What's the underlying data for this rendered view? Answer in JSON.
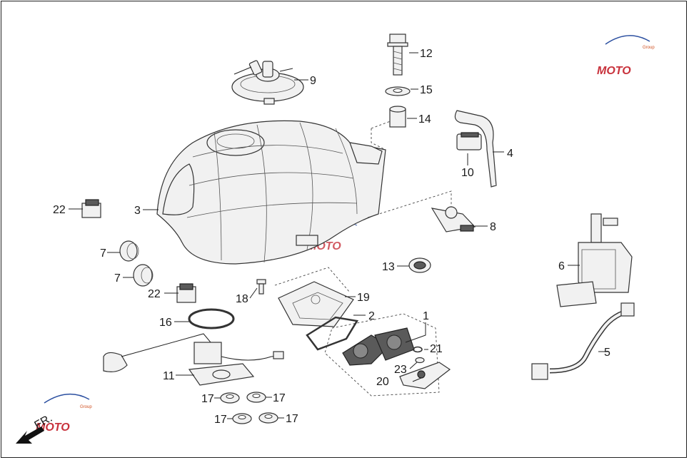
{
  "watermark": {
    "brand": "MOTO",
    "sub": "Group"
  },
  "direction_label": "FR.",
  "callouts": {
    "p1": "1",
    "p2": "2",
    "p3": "3",
    "p4": "4",
    "p5": "5",
    "p6": "6",
    "p7a": "7",
    "p7b": "7",
    "p8": "8",
    "p9": "9",
    "p10": "10",
    "p11": "11",
    "p12": "12",
    "p13": "13",
    "p14": "14",
    "p15": "15",
    "p16": "16",
    "p17a": "17",
    "p17b": "17",
    "p17c": "17",
    "p17d": "17",
    "p18": "18",
    "p19": "19",
    "p20": "20",
    "p21": "21",
    "p22a": "22",
    "p22b": "22",
    "p23": "23"
  },
  "colors": {
    "watermark_red": "#c8323c",
    "watermark_blue": "#2b4fa0",
    "line": "#222222"
  }
}
